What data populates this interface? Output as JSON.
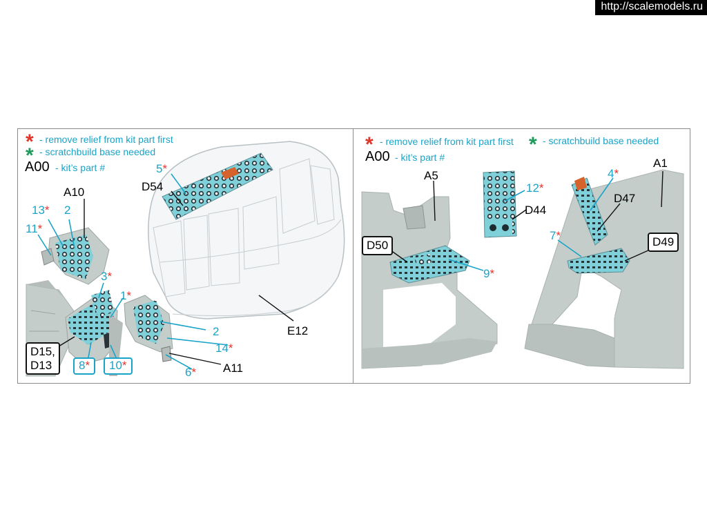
{
  "watermark": "http://scalemodels.ru",
  "legend": {
    "remove_relief": "- remove relief from kit part first",
    "scratchbuild": "- scratchbuild base needed",
    "kit_part_code": "A00",
    "kit_part_text": "- kit’s part #",
    "asterisk": "*"
  },
  "left_panel": {
    "kit_labels": {
      "A10": "A10",
      "D54": "D54",
      "E12": "E12",
      "A11": "A11"
    },
    "part_labels": {
      "p5": "5",
      "p13": "13",
      "p2a": "2",
      "p11": "11",
      "p3": "3",
      "p1": "1",
      "p2b": "2",
      "p14": "14",
      "p6": "6",
      "p8": "8",
      "p10": "10"
    },
    "boxed_label": {
      "line1": "D15,",
      "line2": "D13"
    }
  },
  "right_panel": {
    "kit_labels": {
      "A5": "A5",
      "A1": "A1",
      "D44": "D44",
      "D47": "D47",
      "D50": "D50",
      "D49": "D49"
    },
    "part_labels": {
      "p12": "12",
      "p4": "4",
      "p7": "7",
      "p9": "9"
    }
  },
  "colors": {
    "accent": "#1aa3c8",
    "asterisk_red": "#e0352b",
    "asterisk_green": "#1e9a5a",
    "panel_teal": "#7fd0d8",
    "part_grey": "#c4cdc9"
  }
}
